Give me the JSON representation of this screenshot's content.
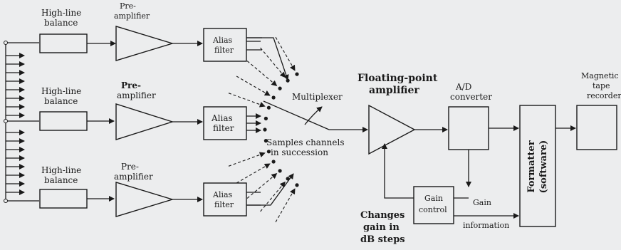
{
  "channels": [
    {
      "balance": [
        "High-line",
        "balance"
      ],
      "preamp": [
        "Pre-",
        "amplifier"
      ],
      "alias": [
        "Alias",
        "filter"
      ]
    },
    {
      "balance": [
        "High-line",
        "balance"
      ],
      "preamp": [
        "Pre-",
        "amplifier"
      ],
      "alias": [
        "Alias",
        "filter"
      ]
    },
    {
      "balance": [
        "High-line",
        "balance"
      ],
      "preamp": [
        "Pre-",
        "amplifier"
      ],
      "alias": [
        "Alias",
        "filter"
      ]
    }
  ],
  "multiplexer": "Multiplexer",
  "samples_note": [
    "Samples channels",
    "in succession"
  ],
  "fp_amp": [
    "Floating-point",
    "amplifier"
  ],
  "adc": [
    "A/D",
    "converter"
  ],
  "formatter": [
    "Formatter",
    "(software)"
  ],
  "tape": [
    "Magnetic",
    "tape",
    "recorder"
  ],
  "gain_control": [
    "Gain",
    "control"
  ],
  "gain_info": [
    "Gain",
    "information"
  ],
  "changes_gain": [
    "Changes",
    "gain in",
    "dB steps"
  ]
}
